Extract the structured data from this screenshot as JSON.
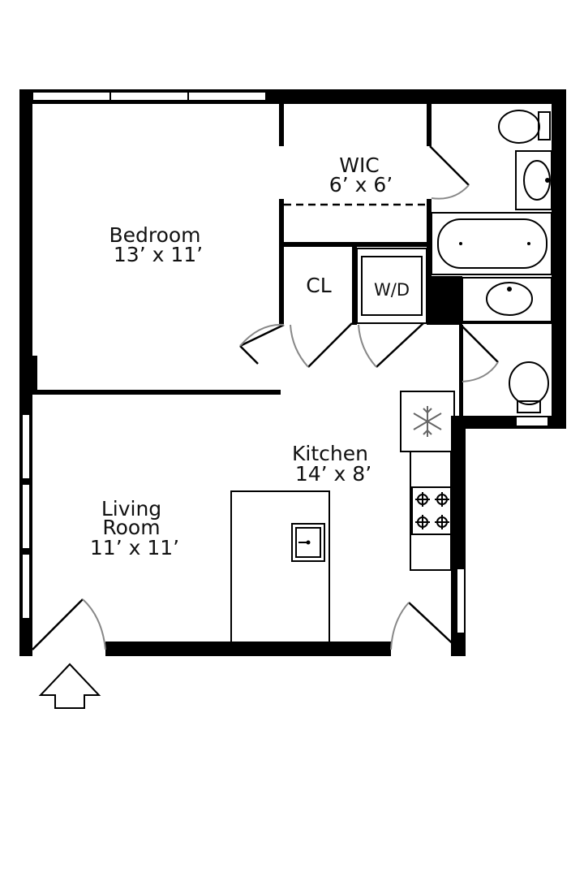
{
  "rooms": {
    "bedroom": {
      "name": "Bedroom",
      "size": "13’ x 11’"
    },
    "wic": {
      "name": "WIC",
      "size": "6’ x 6’"
    },
    "closet": {
      "name": "CL"
    },
    "laundry": {
      "name": "W/D"
    },
    "kitchen": {
      "name": "Kitchen",
      "size": "14’ x 8’"
    },
    "living": {
      "name_line1": "Living",
      "name_line2": "Room",
      "size": "11’ x 11’"
    }
  },
  "icons": {
    "entrance": "up-arrow-outline-icon",
    "fridge": "snowflake-icon",
    "stove": "stove-burners-icon",
    "sink": "sink-icon",
    "toilet": "toilet-icon",
    "bathtub": "bathtub-icon"
  },
  "colors": {
    "wall": "#000000",
    "door_swing": "#888888",
    "background": "#ffffff"
  }
}
